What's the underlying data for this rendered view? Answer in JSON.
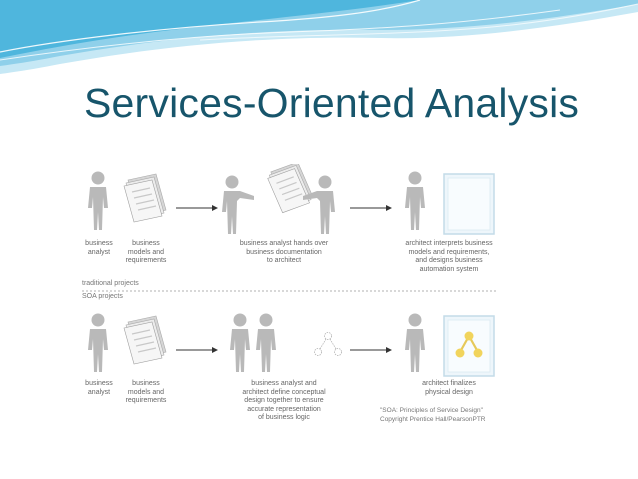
{
  "slide": {
    "title": "Services-Oriented Analysis"
  },
  "colors": {
    "title": "#17556b",
    "wave_light": "#c6e8f5",
    "wave_mid": "#8fd0ea",
    "wave_dark": "#4fb6dd",
    "person": "#b9b9b9",
    "arrow": "#333333"
  },
  "diagram": {
    "traditional": {
      "actor1_label": "business\nanalyst",
      "doc_label": "business\nmodels and\nrequirements",
      "handover_label": "business analyst hands over\nbusiness documentation\nto architect",
      "architect_label": "architect interprets business\nmodels and requirements,\nand designs business\nautomation system"
    },
    "section_traditional": "traditional projects",
    "section_soa": "SOA projects",
    "soa": {
      "actor1_label": "business\nanalyst",
      "doc_label": "business\nmodels and\nrequirements",
      "collab_label": "business analyst and\narchitect define conceptual\ndesign together to ensure\naccurate representation\nof business logic",
      "architect_label": "architect finalizes\nphysical design"
    },
    "credit": "\"SOA: Principles of Service Design\"\nCopyright Prentice Hall/PearsonPTR"
  }
}
